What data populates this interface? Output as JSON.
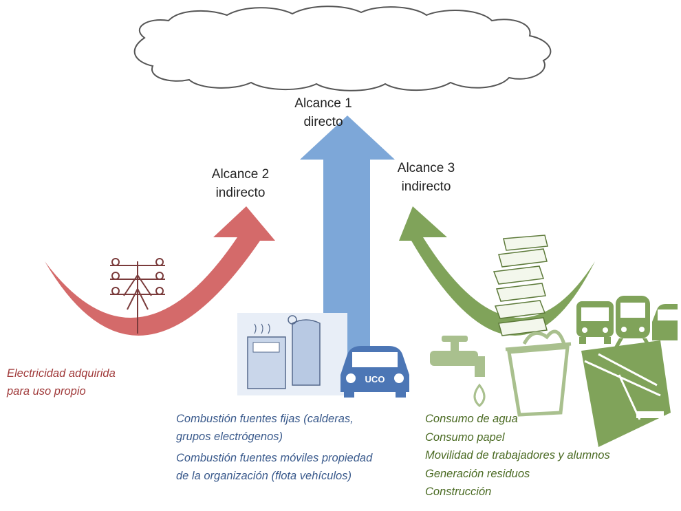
{
  "scopes": {
    "scope1": {
      "line1": "Alcance 1",
      "line2": "directo",
      "color": "#7da7d8"
    },
    "scope2": {
      "line1": "Alcance 2",
      "line2": "indirecto",
      "color": "#d46a6a"
    },
    "scope3": {
      "line1": "Alcance 3",
      "line2": "indirecto",
      "color": "#80a35a"
    }
  },
  "icons": {
    "cloud": "cloud-icon",
    "electric_pole": "electric-pole-icon",
    "boiler": "boiler-equipment-icon",
    "car": "car-icon",
    "car_badge": "UCO",
    "paper_stack": "paper-stack-icon",
    "bus": "bus-icon",
    "train": "train-icon",
    "small_car": "car-icon",
    "faucet": "water-faucet-icon",
    "trash": "trash-bin-icon",
    "crane": "construction-crane-icon"
  },
  "captions": {
    "scope2": [
      "Electricidad adquirida",
      "para uso propio"
    ],
    "scope1": [
      "Combustión fuentes fijas (calderas,",
      "grupos electrógenos)",
      "Combustión fuentes móviles propiedad",
      "de la organización (flota vehículos)"
    ],
    "scope3": [
      "Consumo de agua",
      "Consumo papel",
      "Movilidad de  trabajadores y alumnos",
      "Generación residuos",
      "Construcción"
    ]
  }
}
